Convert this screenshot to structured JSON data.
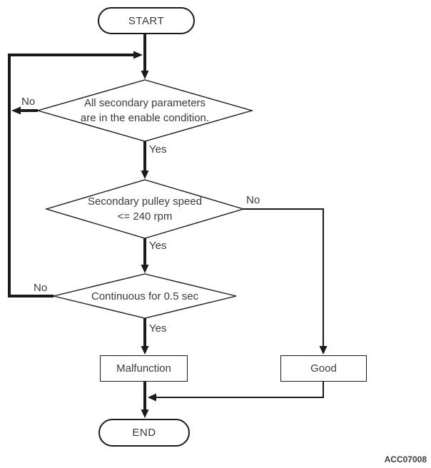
{
  "figure_code": "ACC07008",
  "nodes": {
    "start": {
      "label": "START"
    },
    "decision_params": {
      "line1": "All secondary parameters",
      "line2": "are in the enable condition."
    },
    "decision_pulley_speed": {
      "line1": "Secondary pulley speed",
      "line2": "<= 240 rpm"
    },
    "decision_continuous": {
      "line1": "Continuous for 0.5 sec"
    },
    "malfunction": {
      "label": "Malfunction"
    },
    "good": {
      "label": "Good"
    },
    "end": {
      "label": "END"
    }
  },
  "edge_labels": {
    "params_no": "No",
    "params_yes": "Yes",
    "pulley_no": "No",
    "pulley_yes": "Yes",
    "continuous_no": "No",
    "continuous_yes": "Yes"
  },
  "colors": {
    "line": "#1a1a1a",
    "text": "#3a3a3a",
    "node_fill": "#ffffff",
    "background": "#ffffff"
  }
}
